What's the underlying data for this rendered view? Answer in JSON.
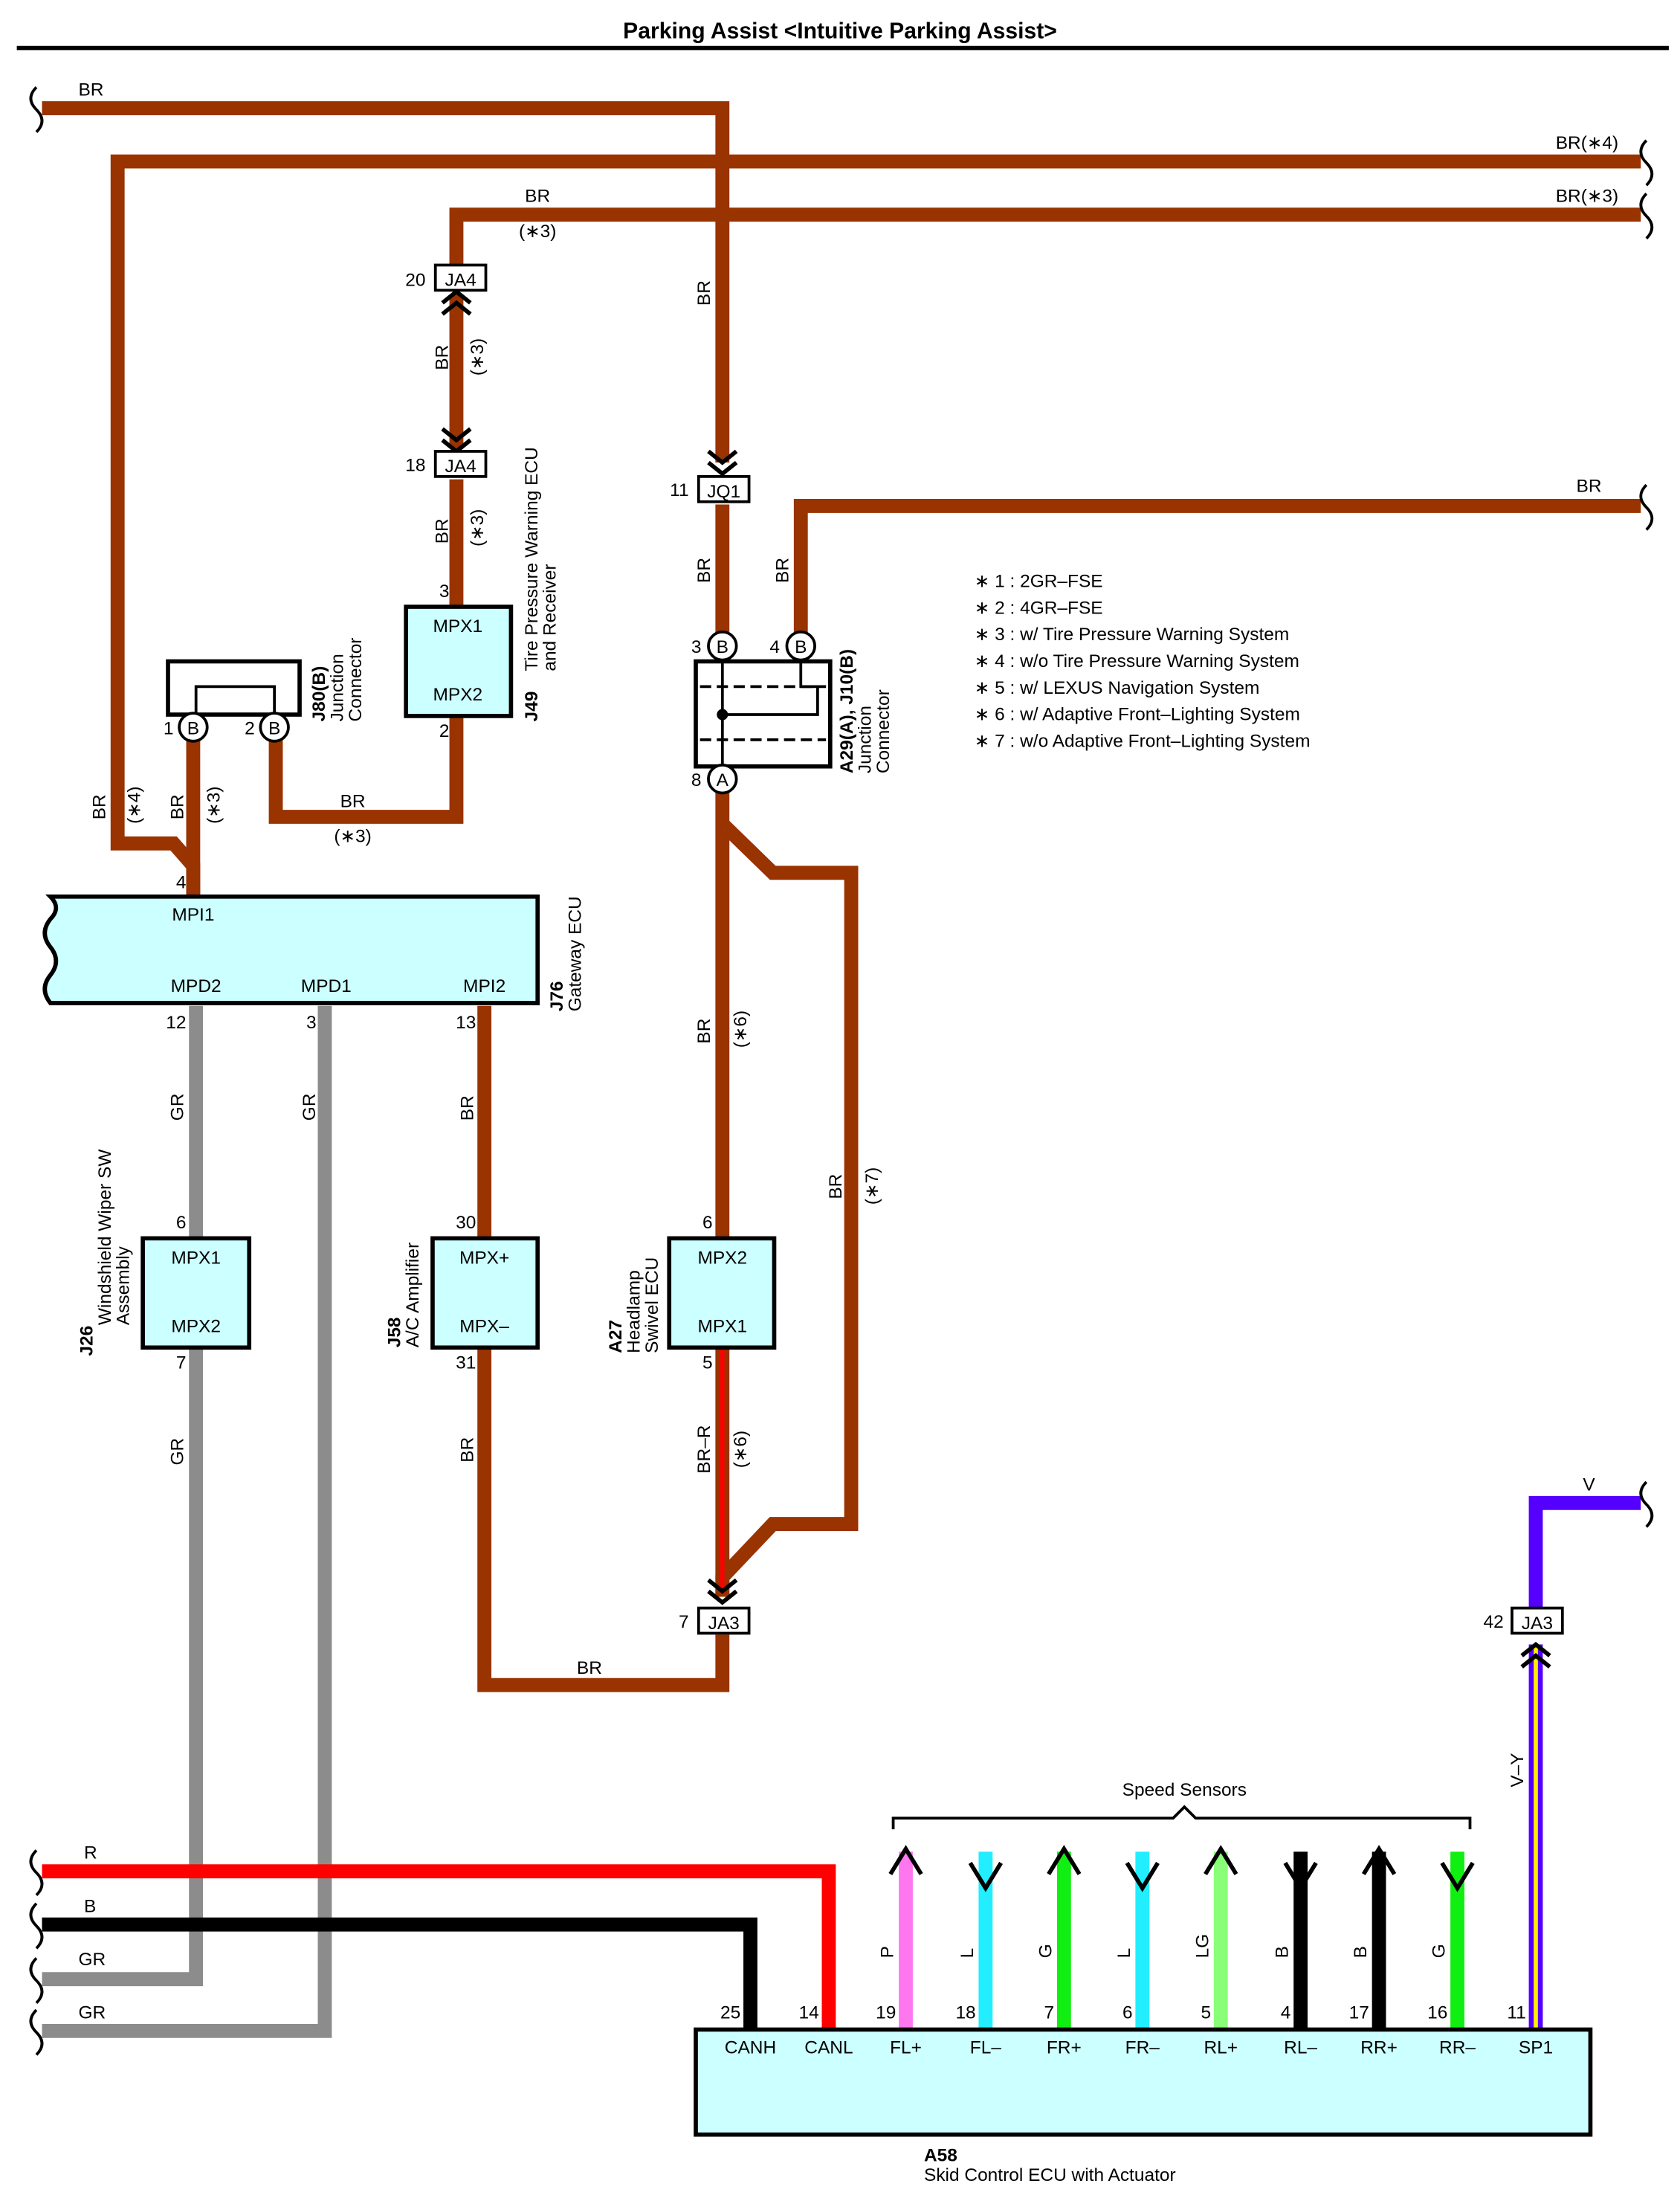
{
  "title": "Parking Assist <Intuitive Parking Assist>",
  "colors": {
    "BR": "#993300",
    "GR": "#8c8c8c",
    "R": "#ff0000",
    "B": "#000000",
    "V": "#5500ff",
    "P": "#ff77ee",
    "L": "#22eeff",
    "G": "#11ee11",
    "LG": "#88ff77",
    "Y": "#ffee00",
    "component_fill": "#ccffff"
  },
  "wires": {
    "w_top_br": "BR",
    "w_br4": "BR(∗4)",
    "w_br3": "BR(∗3)",
    "w_j49_br": "BR",
    "w_j49_note": "(∗3)",
    "w_ja4_seg_br": "BR",
    "w_ja4_seg_note": "(∗3)",
    "w_j49_in_br": "BR",
    "w_j49_in_note": "(∗3)",
    "w_jq1_br": "BR",
    "w_jq1_out_br": "BR",
    "w_right_br": "BR",
    "w_pin4_br": "BR",
    "w_left_br": "BR",
    "w_left_note": "(∗4)",
    "w_j80_br": "BR",
    "w_j80_note": "(∗3)",
    "w_bottom_br": "BR",
    "w_bottom_note": "(∗3)",
    "w_mpd2_gr": "GR",
    "w_mpd1_gr": "GR",
    "w_mpi2_br": "BR",
    "w_a27_br": "BR",
    "w_a27_note": "(∗6)",
    "w_alt_br": "BR",
    "w_alt_note": "(∗7)",
    "w_j26_out_gr": "GR",
    "w_j58_out_br": "BR",
    "w_a27_out": "BR–R",
    "w_a27_out_note": "(∗6)",
    "w_ja3_bottom_br": "BR",
    "w_v": "V",
    "w_vy": "V–Y",
    "w_r": "R",
    "w_b": "B",
    "w_gr1": "GR",
    "w_gr2": "GR"
  },
  "connectors": {
    "ja4_top": {
      "label": "JA4",
      "pin": "20"
    },
    "ja4_bot": {
      "label": "JA4",
      "pin": "18"
    },
    "jq1": {
      "label": "JQ1",
      "pin": "11"
    },
    "ja3_left": {
      "label": "JA3",
      "pin": "7"
    },
    "ja3_right": {
      "label": "JA3",
      "pin": "42"
    }
  },
  "components": {
    "j49": {
      "code": "J49",
      "name_line1": "Tire Pressure Warning ECU",
      "name_line2": "and Receiver",
      "pin_top": "3",
      "pin_bottom": "2",
      "label_top": "MPX1",
      "label_bottom": "MPX2"
    },
    "j80": {
      "code": "J80(B)",
      "name_line1": "Junction",
      "name_line2": "Connector",
      "pin1": "1",
      "pin2": "2",
      "term": "B"
    },
    "a29": {
      "code": "A29(A), J10(B)",
      "name_line1": "Junction",
      "name_line2": "Connector",
      "pin3": "3",
      "pin4": "4",
      "pin8": "8",
      "term_b": "B",
      "term_a": "A"
    },
    "j76": {
      "code": "J76",
      "name": "Gateway ECU",
      "pin4": "4",
      "pin12": "12",
      "pin3": "3",
      "pin13": "13",
      "label_mpi1": "MPI1",
      "label_mpd2": "MPD2",
      "label_mpd1": "MPD1",
      "label_mpi2": "MPI2"
    },
    "j26": {
      "code": "J26",
      "name_line1": "Windshield Wiper SW",
      "name_line2": "Assembly",
      "pin_top": "6",
      "pin_bottom": "7",
      "label_top": "MPX1",
      "label_bottom": "MPX2"
    },
    "j58": {
      "code": "J58",
      "name": "A/C Amplifier",
      "pin_top": "30",
      "pin_bottom": "31",
      "label_top": "MPX+",
      "label_bottom": "MPX–"
    },
    "a27": {
      "code": "A27",
      "name_line1": "Headlamp",
      "name_line2": "Swivel ECU",
      "pin_top": "6",
      "pin_bottom": "5",
      "label_top": "MPX2",
      "label_bottom": "MPX1"
    },
    "a58": {
      "code": "A58",
      "name": "Skid Control ECU with Actuator"
    }
  },
  "a58_pins": [
    {
      "pin": "25",
      "label": "CANH"
    },
    {
      "pin": "14",
      "label": "CANL"
    },
    {
      "pin": "19",
      "label": "FL+",
      "wire": "P"
    },
    {
      "pin": "18",
      "label": "FL–",
      "wire": "L"
    },
    {
      "pin": "7",
      "label": "FR+",
      "wire": "G"
    },
    {
      "pin": "6",
      "label": "FR–",
      "wire": "L"
    },
    {
      "pin": "5",
      "label": "RL+",
      "wire": "LG"
    },
    {
      "pin": "4",
      "label": "RL–",
      "wire": "B"
    },
    {
      "pin": "17",
      "label": "RR+",
      "wire": "B"
    },
    {
      "pin": "16",
      "label": "RR–",
      "wire": "G"
    },
    {
      "pin": "11",
      "label": "SP1"
    }
  ],
  "speed_sensors_label": "Speed Sensors",
  "notes": [
    "∗ 1 : 2GR–FSE",
    "∗ 2 : 4GR–FSE",
    "∗ 3 : w/ Tire Pressure Warning System",
    "∗ 4 : w/o Tire Pressure Warning System",
    "∗ 5 : w/ LEXUS Navigation System",
    "∗ 6 : w/ Adaptive Front–Lighting System",
    "∗ 7 : w/o Adaptive Front–Lighting System"
  ]
}
